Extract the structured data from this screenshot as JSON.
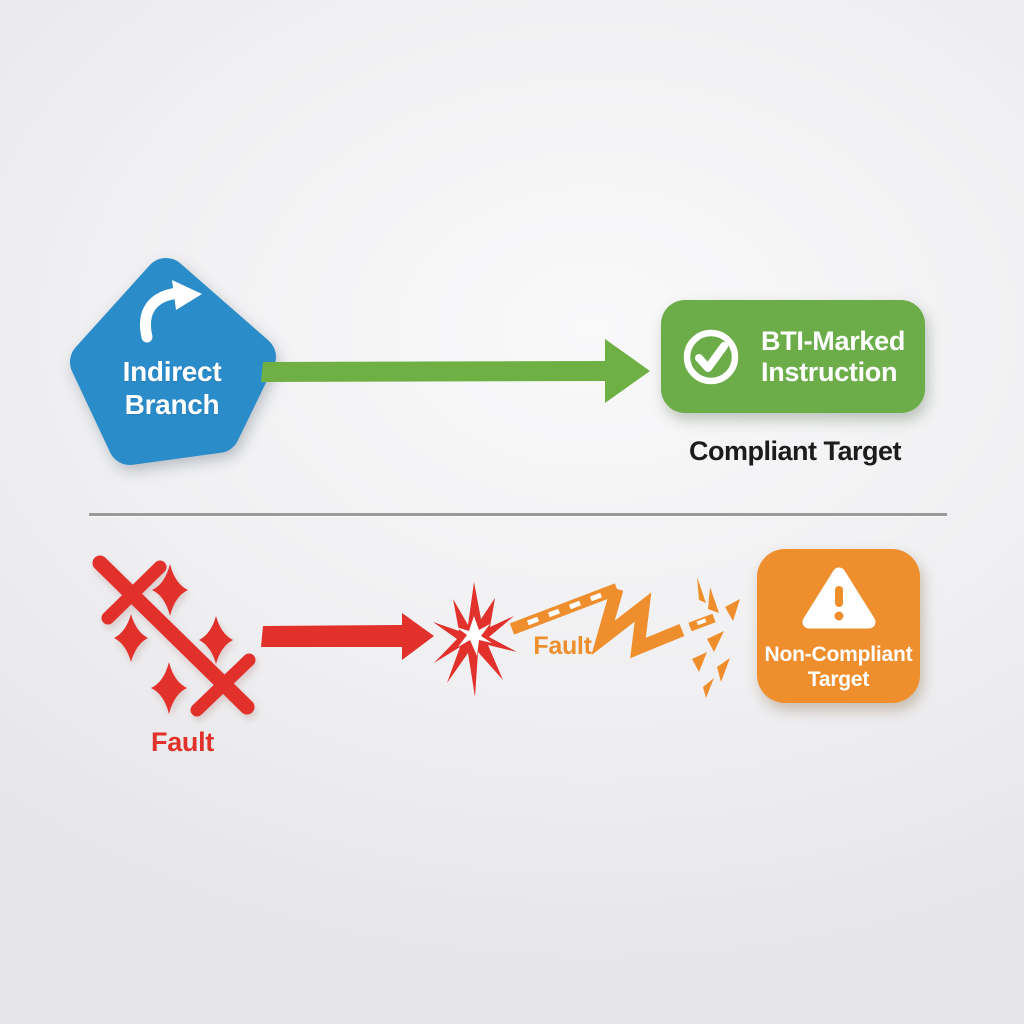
{
  "colors": {
    "bg-light": "#f9f9fa",
    "bg-mid": "#f0f0f2",
    "bg-dark": "#e6e6e9",
    "blue": "#2b8cca",
    "green": "#6cad4a",
    "green-arrow": "#6fb045",
    "red": "#e2312b",
    "orange": "#ee8e2d",
    "text-dark": "#1c1c1c",
    "divider": "#9a9a9b"
  },
  "icons": {
    "branch-arrow": "curved-right-arrow",
    "compliant": "check-circle",
    "non-compliant": "warning-triangle",
    "fault-source": "shatter-cross",
    "collision": "explosion-burst",
    "break": "lightning-zigzag-with-fragments"
  },
  "top_row": {
    "source_label_lines": [
      "Indirect",
      "Branch"
    ],
    "target_label_lines": [
      "BTI-Marked",
      "Instruction"
    ],
    "caption": "Compliant Target"
  },
  "bottom_row": {
    "source_caption": "Fault",
    "collision_label": "Fault",
    "target_label_lines": [
      "Non-Compliant",
      "Target"
    ]
  }
}
